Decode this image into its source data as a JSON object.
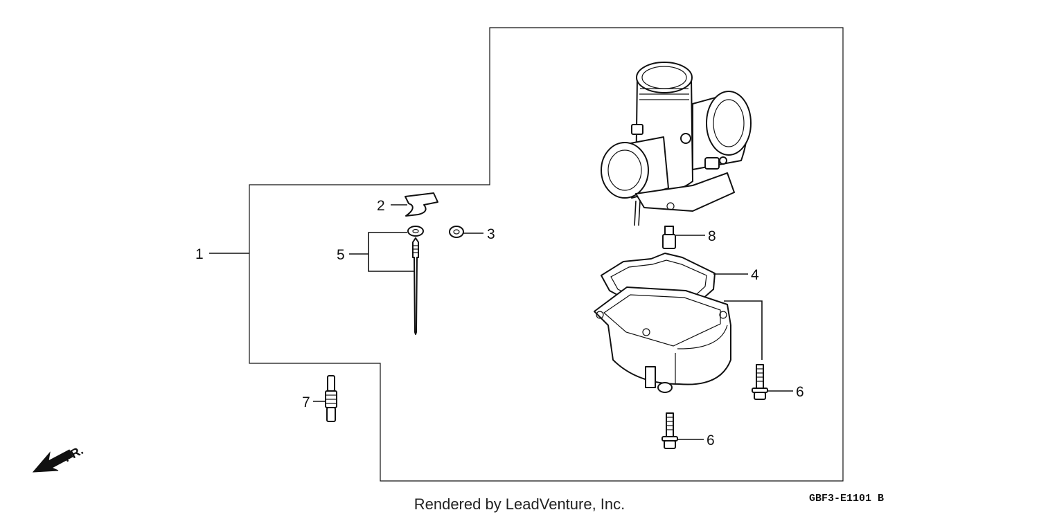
{
  "callouts": {
    "c1": "1",
    "c2": "2",
    "c3": "3",
    "c4": "4",
    "c5": "5",
    "c6a": "6",
    "c6b": "6",
    "c7": "7",
    "c8": "8"
  },
  "direction_label": "FR.",
  "footer": {
    "rendered_by": "Rendered by LeadVenture, Inc.",
    "drawing_code": "GBF3-E1101 B"
  }
}
